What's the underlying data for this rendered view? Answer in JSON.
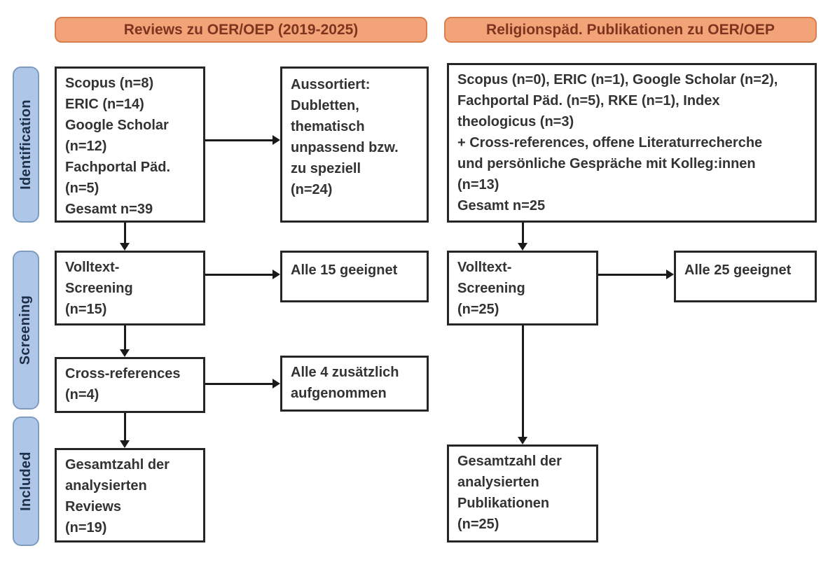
{
  "colors": {
    "header_fill": "#F2A377",
    "header_border": "#D8804F",
    "header_text": "#7E3520",
    "stage_fill": "#AEC6E8",
    "stage_border": "#7F9CC0",
    "stage_text": "#1E2F48",
    "box_border": "#262626",
    "box_text": "#333333",
    "arrow": "#1A1A1A",
    "background": "#FFFFFF"
  },
  "headers": {
    "left": "Reviews zu OER/OEP (2019-2025)",
    "right": "Religionspäd. Publikationen zu OER/OEP"
  },
  "stages": {
    "identification": "Identification",
    "screening": "Screening",
    "included": "Included"
  },
  "boxes": {
    "reviews_sources": {
      "lines": [
        "Scopus (n=8)",
        "ERIC (n=14)",
        "Google Scholar",
        "(n=12)",
        "Fachportal Päd.",
        "(n=5)",
        "Gesamt n=39"
      ]
    },
    "reviews_excluded": {
      "lines": [
        "Aussortiert:",
        "Dubletten,",
        "thematisch",
        "unpassend bzw.",
        "zu speziell",
        "(n=24)"
      ]
    },
    "reviews_fulltext": {
      "lines": [
        "Volltext-",
        "Screening",
        "(n=15)"
      ]
    },
    "reviews_eligible": {
      "lines": [
        "Alle 15 geeignet"
      ]
    },
    "reviews_crossrefs": {
      "lines": [
        "Cross-references",
        "(n=4)"
      ]
    },
    "reviews_added": {
      "lines": [
        "Alle 4 zusätzlich",
        "aufgenommen"
      ]
    },
    "reviews_included": {
      "lines": [
        "Gesamtzahl der",
        "analysierten",
        "Reviews",
        "(n=19)"
      ]
    },
    "relpaed_sources": {
      "lines": [
        "Scopus (n=0), ERIC (n=1), Google Scholar (n=2),",
        "Fachportal Päd. (n=5), RKE (n=1), Index",
        "theologicus (n=3)",
        "+ Cross-references, offene Literaturrecherche",
        "und persönliche Gespräche mit Kolleg:innen",
        "(n=13)",
        "Gesamt n=25"
      ]
    },
    "relpaed_fulltext": {
      "lines": [
        "Volltext-",
        "Screening",
        "(n=25)"
      ]
    },
    "relpaed_eligible": {
      "lines": [
        "Alle 25 geeignet"
      ]
    },
    "relpaed_included": {
      "lines": [
        "Gesamtzahl der",
        "analysierten",
        "Publikationen",
        "(n=25)"
      ]
    }
  }
}
